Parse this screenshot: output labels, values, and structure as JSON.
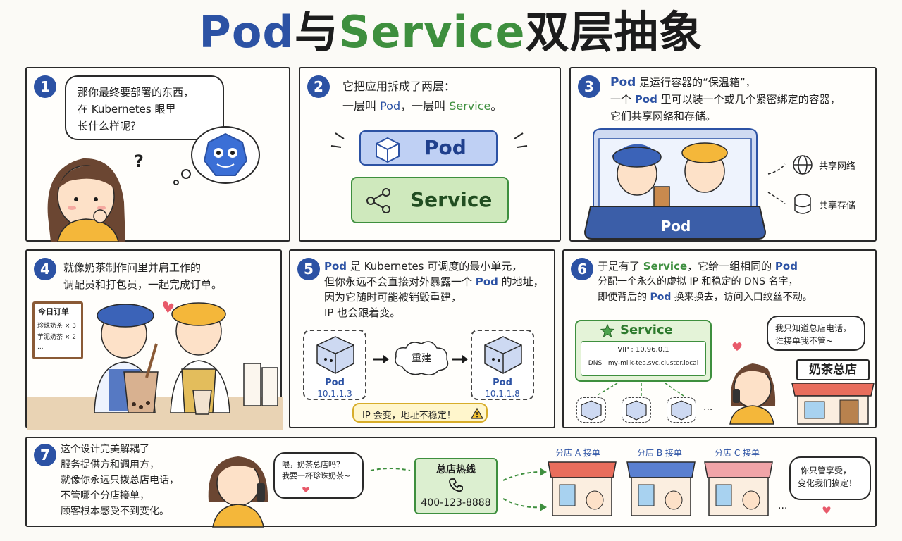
{
  "title": {
    "part1": "Pod",
    "part2": "与",
    "part3": "Service",
    "part4": "双层抽象"
  },
  "panels": [
    {
      "num": "1",
      "bubble_lines": [
        "那你最终要部署的东西，",
        "在 Kubernetes 眼里",
        "长什么样呢？"
      ],
      "mark": "?"
    },
    {
      "num": "2",
      "line1": "它把应用拆成了两层：",
      "line2_a": "一层叫 ",
      "line2_pod": "Pod",
      "line2_b": "，一层叫 ",
      "line2_svc": "Service",
      "line2_c": "。",
      "pod_label": "Pod",
      "svc_label": "Service"
    },
    {
      "num": "3",
      "l1_pod": "Pod",
      "l1_rest": " 是运行容器的“保温箱”，",
      "l2_a": "一个 ",
      "l2_pod": "Pod",
      "l2_b": " 里可以装一个或几个紧密绑定的容器，",
      "l3": "它们共享网络和存储。",
      "box_label": "Pod",
      "net": "共享网络",
      "storage": "共享存储"
    },
    {
      "num": "4",
      "l1": "就像奶茶制作间里并肩工作的",
      "l2": "调配员和打包员，一起完成订单。",
      "board_title": "今日订单",
      "board_l1": "珍珠奶茶 × 3",
      "board_l2": "芋泥奶茶 × 2",
      "board_l3": "..."
    },
    {
      "num": "5",
      "l1_pod": "Pod",
      "l1_rest": " 是 Kubernetes 可调度的最小单元，",
      "l2_a": "但你永远不会直接对外暴露一个 ",
      "l2_pod": "Pod",
      "l2_b": " 的地址，",
      "l3": "因为它随时可能被销毁重建，",
      "l4": "IP 也会跟着变。",
      "pod1_name": "Pod",
      "pod1_ip": "10.1.1.3",
      "rebuild": "重建",
      "pod2_name": "Pod",
      "pod2_ip": "10.1.1.8",
      "warn": "IP 会变，地址不稳定！"
    },
    {
      "num": "6",
      "l1_a": "于是有了 ",
      "l1_svc": "Service",
      "l1_b": "，它给一组相同的 ",
      "l1_pod": "Pod",
      "l2": "分配一个永久的虚拟 IP 和稳定的 DNS 名字，",
      "l3_a": "即使背后的 ",
      "l3_pod": "Pod",
      "l3_b": " 换来换去，访问入口纹丝不动。",
      "svc_title": "Service",
      "vip": "VIP : 10.96.0.1",
      "dns": "DNS : my-milk-tea.svc.cluster.local",
      "bubble_l1": "我只知道总店电话，",
      "bubble_l2": "谁接单我不管~",
      "shop": "奶茶总店",
      "ellipsis": "..."
    },
    {
      "num": "7",
      "l1": "这个设计完美解耦了",
      "l2": "服务提供方和调用方，",
      "l3": "就像你永远只拨总店电话，",
      "l4": "不管哪个分店接单，",
      "l5": "顾客根本感受不到变化。",
      "call_l1": "喂，奶茶总店吗？",
      "call_l2": "我要一杯珍珠奶茶~",
      "hotline_title": "总店热线",
      "hotline_num": "400-123-8888",
      "branch_a": "分店 A 接单",
      "branch_b": "分店 B 接单",
      "branch_c": "分店 C 接单",
      "end_l1": "你只管享受，",
      "end_l2": "变化我们搞定！",
      "ellipsis": "..."
    }
  ],
  "colors": {
    "blue": "#2c52a4",
    "green": "#3e8f3e",
    "pod_fill": "#bfd0f4",
    "svc_fill": "#cfe9bd",
    "warn_fill": "#fff6cc"
  }
}
